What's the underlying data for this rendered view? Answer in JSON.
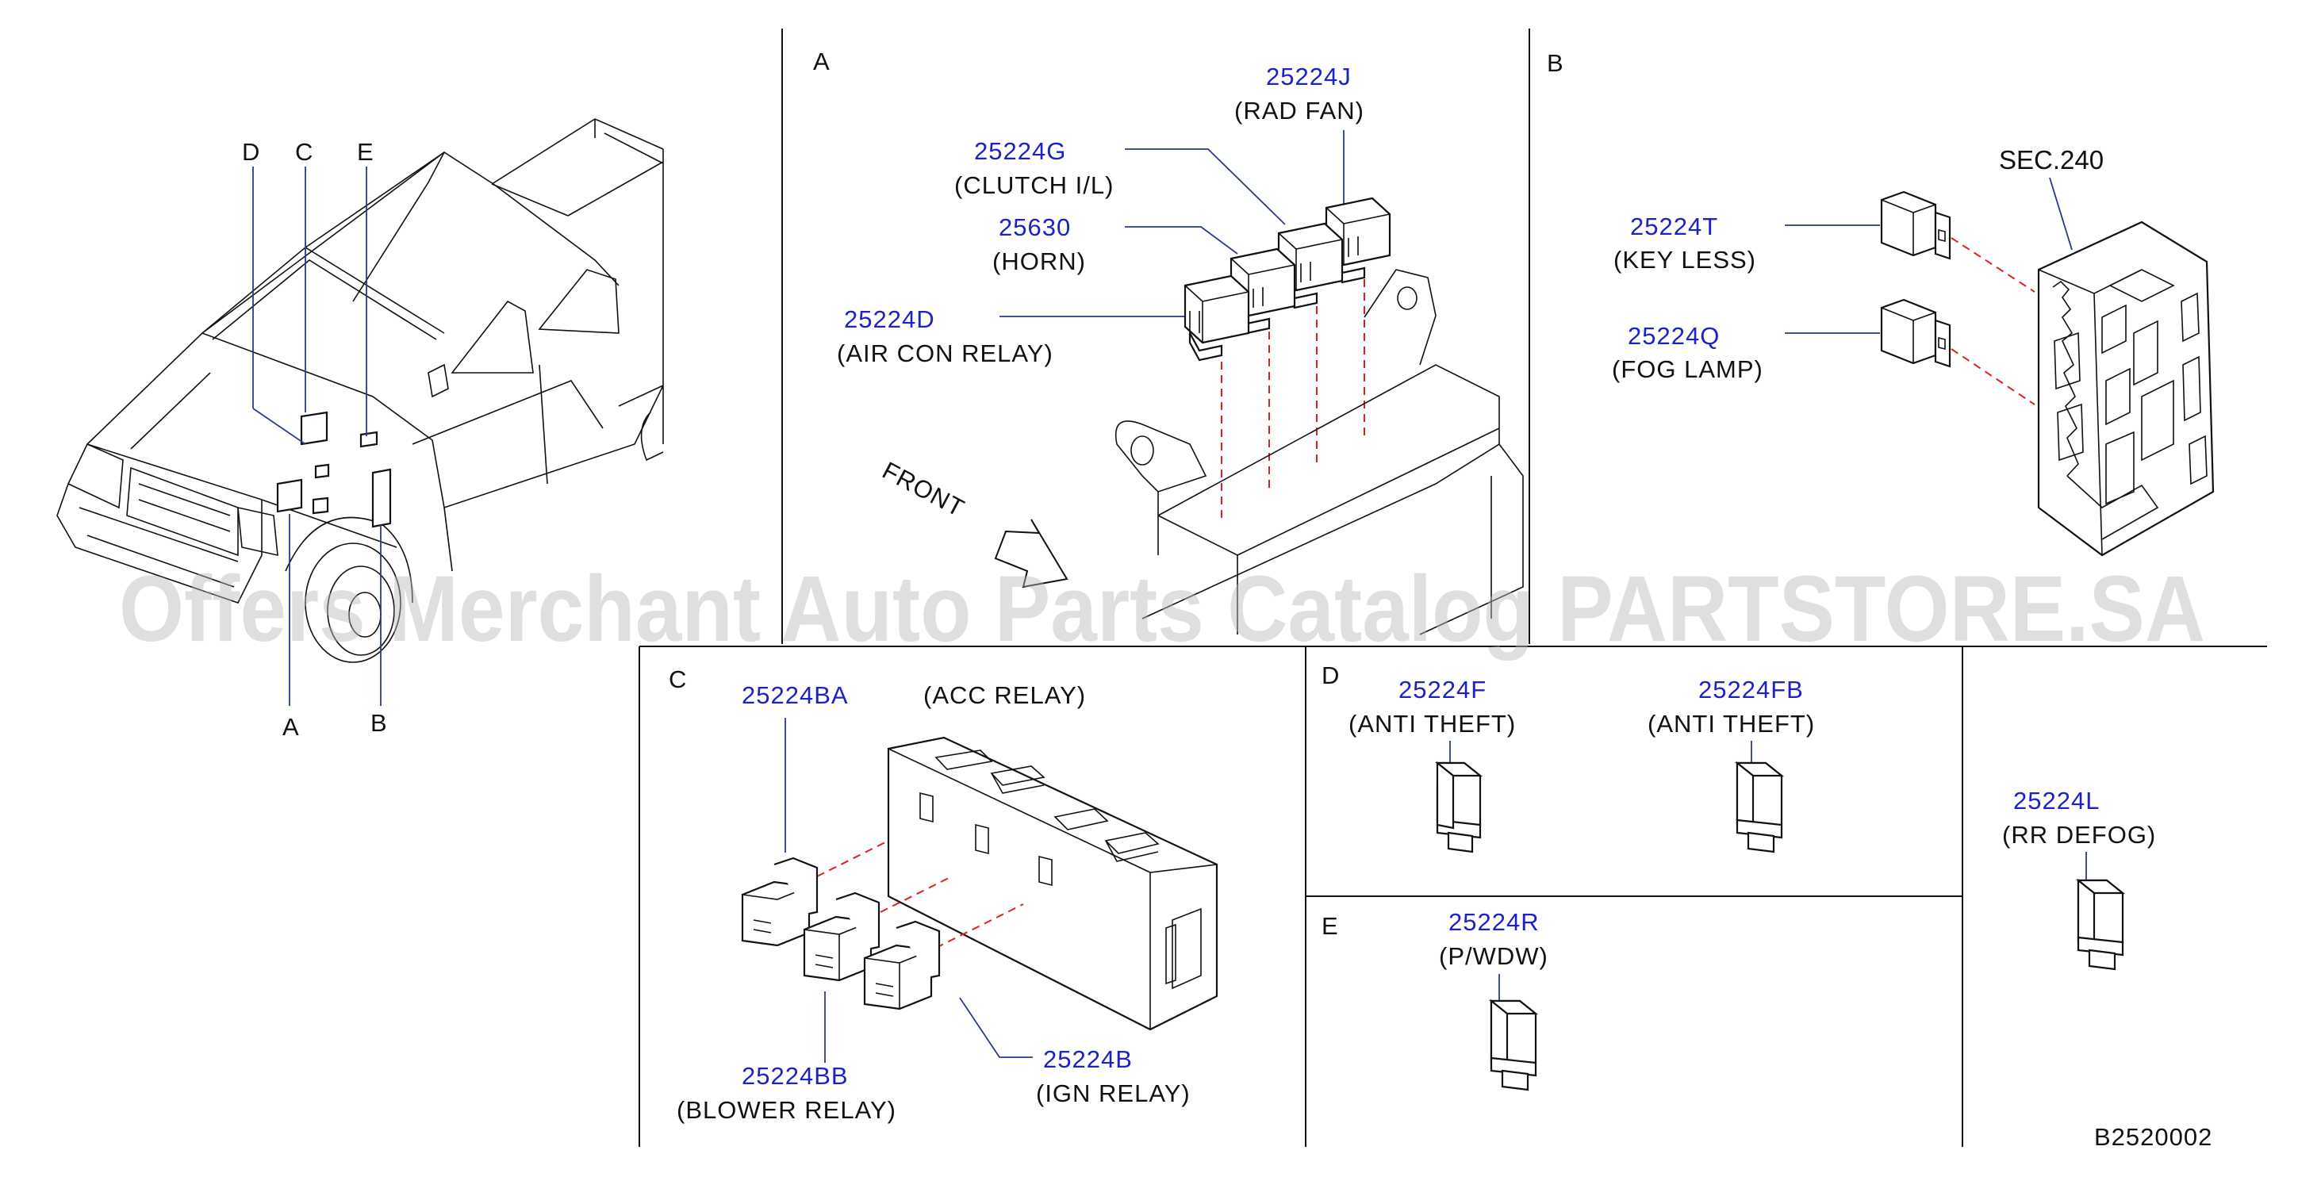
{
  "diagram_id": "B2520002",
  "watermark": "Offers Merchant Auto Parts Catalog PARTSTORE.SA",
  "vehicle_callouts": [
    "D",
    "C",
    "E",
    "A",
    "B"
  ],
  "sections": {
    "A": {
      "letter": "A",
      "front_label": "FRONT",
      "parts": [
        {
          "number": "25224J",
          "desc": "(RAD   FAN)"
        },
        {
          "number": "25224G",
          "desc": "(CLUTCH   I/L)"
        },
        {
          "number": "25630",
          "desc": "(HORN)"
        },
        {
          "number": "25224D",
          "desc": "(AIR   CON   RELAY)"
        }
      ]
    },
    "B": {
      "letter": "B",
      "ref": "SEC.240",
      "parts": [
        {
          "number": "25224T",
          "desc": "(KEY   LESS)"
        },
        {
          "number": "25224Q",
          "desc": "(FOG   LAMP)"
        }
      ]
    },
    "C": {
      "letter": "C",
      "parts": [
        {
          "number": "25224BA",
          "desc": "(ACC   RELAY)"
        },
        {
          "number": "25224BB",
          "desc": "(BLOWER   RELAY)"
        },
        {
          "number": "25224B",
          "desc": "(IGN   RELAY)"
        }
      ]
    },
    "D": {
      "letter": "D",
      "parts": [
        {
          "number": "25224F",
          "desc": "(ANTI   THEFT)"
        },
        {
          "number": "25224FB",
          "desc": "(ANTI   THEFT)"
        }
      ]
    },
    "E": {
      "letter": "E",
      "parts": [
        {
          "number": "25224R",
          "desc": "(P/WDW)"
        }
      ]
    },
    "RR": {
      "parts": [
        {
          "number": "25224L",
          "desc": "(RR   DEFOG)"
        }
      ]
    }
  }
}
